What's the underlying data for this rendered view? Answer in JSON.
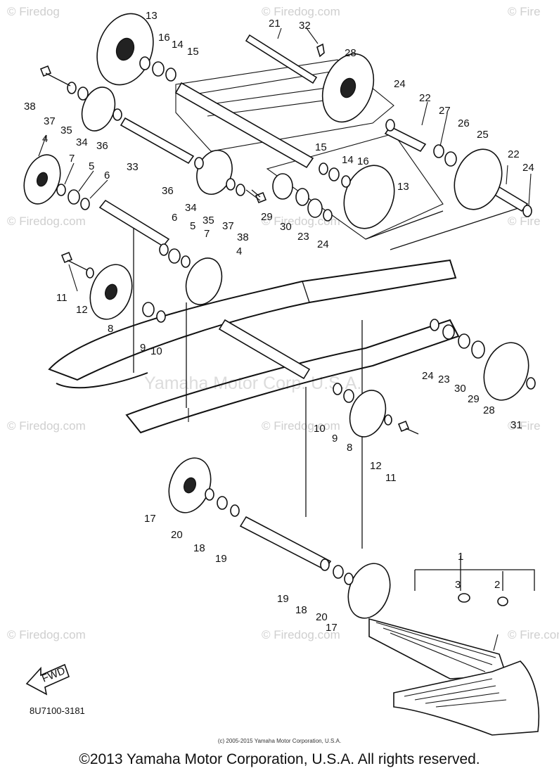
{
  "watermark": {
    "brand": "© Firedog.com",
    "brand_short": "© Firedog",
    "fire_short": "© Fire",
    "fire_com": "© Fire.com",
    "faded_company": "Yamaha Motor Corp. U.S.A."
  },
  "labels": {
    "l1": "1",
    "l2": "2",
    "l3": "3",
    "l4": "4",
    "l5": "5",
    "l6": "6",
    "l7": "7",
    "l8": "8",
    "l9": "9",
    "l10": "10",
    "l11": "11",
    "l12": "12",
    "l13": "13",
    "l14": "14",
    "l15": "15",
    "l16": "16",
    "l17": "17",
    "l18": "18",
    "l19": "19",
    "l20": "20",
    "l21": "21",
    "l22": "22",
    "l23": "23",
    "l24": "24",
    "l25": "25",
    "l26": "26",
    "l27": "27",
    "l28": "28",
    "l29": "29",
    "l30": "30",
    "l31": "31",
    "l32": "32",
    "l33": "33",
    "l34": "34",
    "l35": "35",
    "l36": "36",
    "l37": "37",
    "l38": "38"
  },
  "fwd_arrow": "FWD",
  "part_code": "8U7100-3181",
  "small_copyright": "(c) 2005-2015 Yamaha Motor Corporation, U.S.A.",
  "copyright": "©2013 Yamaha Motor Corporation, U.S.A. All rights reserved."
}
